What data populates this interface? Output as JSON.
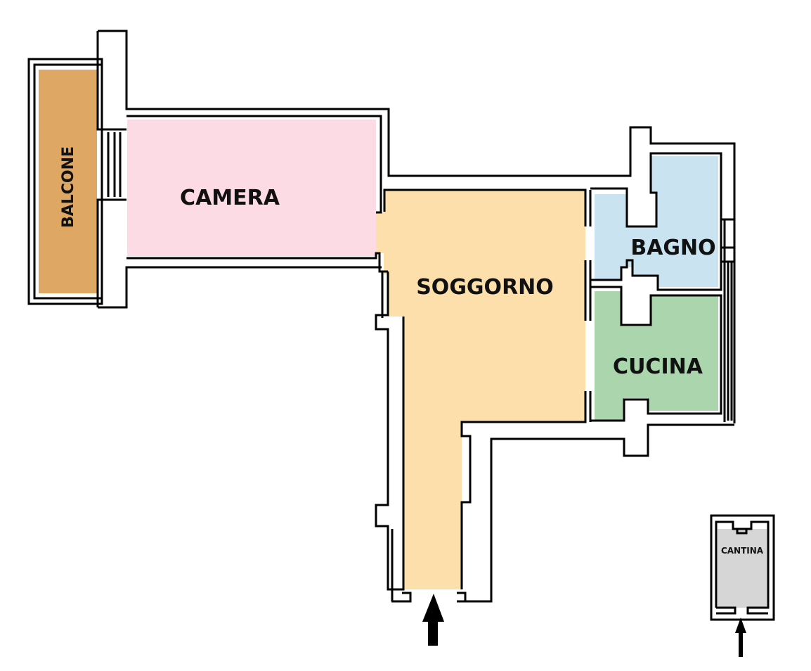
{
  "rooms": {
    "balcone": {
      "label": "BALCONE",
      "color": "#dea763"
    },
    "camera": {
      "label": "CAMERA",
      "color": "#fcdbe5"
    },
    "soggiorno": {
      "label": "SOGGORNO",
      "color": "#fddfab"
    },
    "bagno": {
      "label": "BAGNO",
      "color": "#c9e3f1"
    },
    "cucina": {
      "label": "CUCINA",
      "color": "#aad5ad"
    },
    "cantina": {
      "label": "CANTINA",
      "color": "#d6d6d6"
    }
  },
  "wall_color": "#000000",
  "icons": [
    "entrance-arrow",
    "cantina-entrance-arrow"
  ]
}
